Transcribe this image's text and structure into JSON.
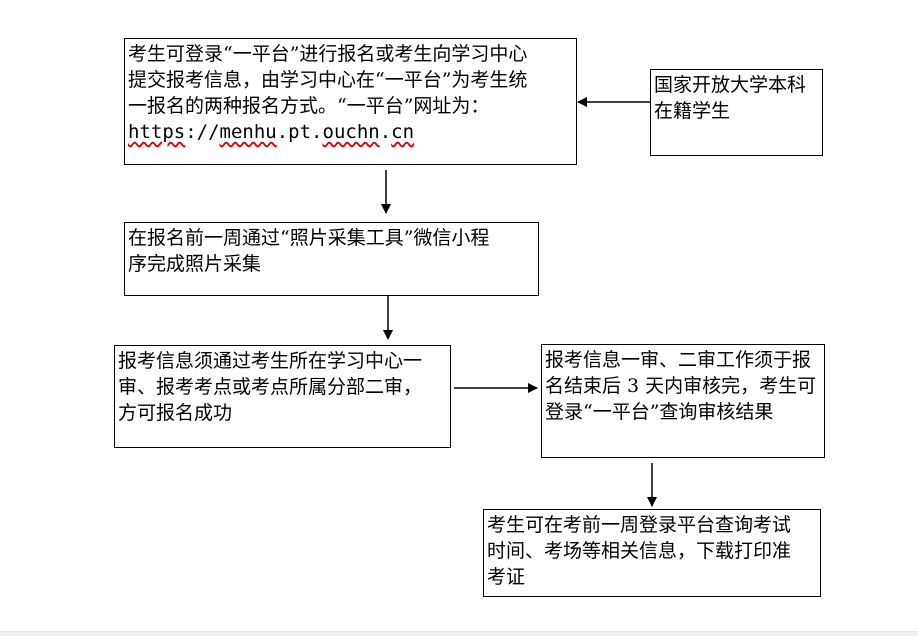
{
  "steps": {
    "registration": {
      "lines": [
        "考生可登录“一平台”进行报名或考生向学习中心",
        "提交报考信息，由学习中心在“一平台”为考生统",
        "一报名的两种报名方式。“一平台”网址为："
      ],
      "url_parts": [
        "https",
        "://",
        "menhu",
        ".pt.",
        "ouchn",
        ".",
        "cn"
      ]
    },
    "students": {
      "lines": [
        "国家开放大学本科",
        "在籍学生"
      ]
    },
    "photo": {
      "lines": [
        "在报名前一周通过“照片采集工具”微信小程",
        "序完成照片采集"
      ]
    },
    "review": {
      "lines": [
        "报考信息须通过考生所在学习中心一",
        "审、报考考点或考点所属分部二审，",
        "方可报名成功"
      ]
    },
    "timeline": {
      "lines": [
        "报考信息一审、二审工作须于报",
        "名结束后 3 天内审核完，考生可",
        "登录“一平台”查询审核结果"
      ]
    },
    "admission": {
      "lines": [
        "考生可在考前一周登录平台查询考试",
        "时间、考场等相关信息，下载打印准",
        "考证"
      ]
    }
  }
}
